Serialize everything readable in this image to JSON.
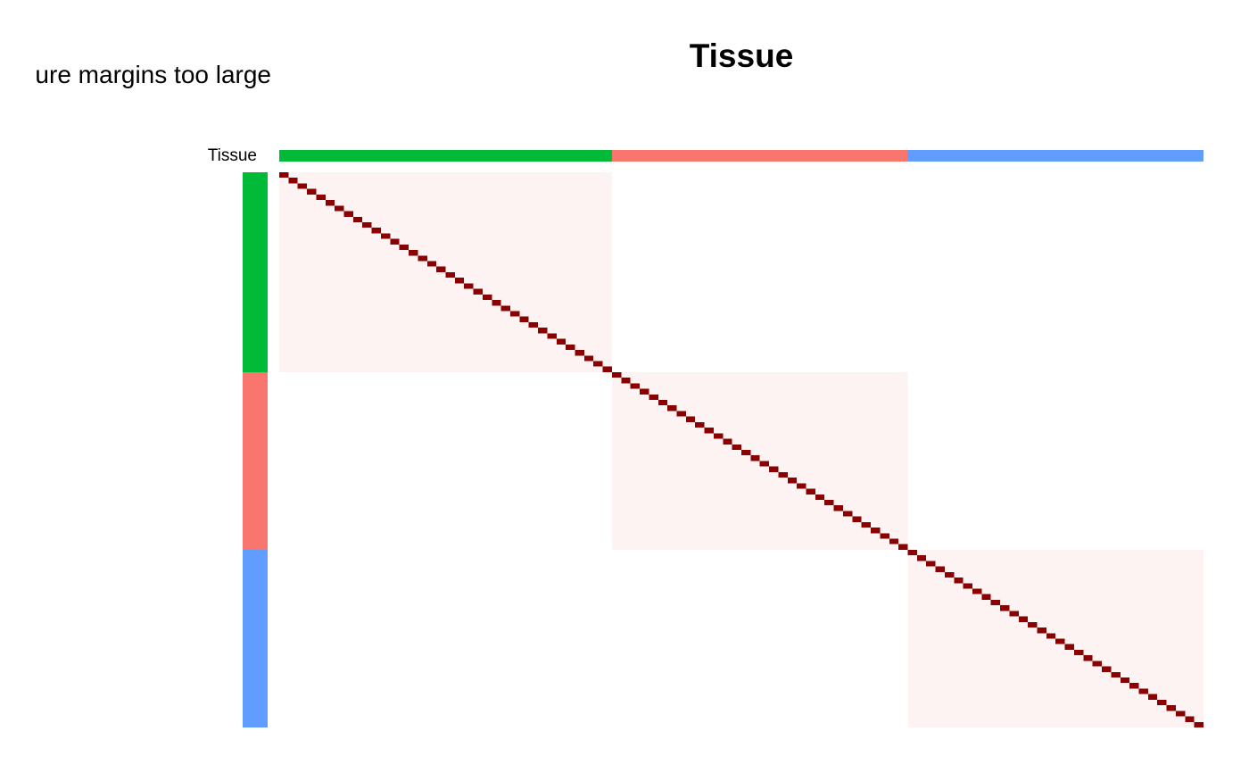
{
  "error_message": "ure margins too large",
  "chart_data": {
    "type": "heatmap",
    "title": "Tissue",
    "annotation_track": {
      "label": "Tissue",
      "groups": [
        {
          "size": 36,
          "color": "#00BA38"
        },
        {
          "size": 32,
          "color": "#F8766D"
        },
        {
          "size": 32,
          "color": "#619CFF"
        }
      ]
    },
    "n": 100,
    "cell_values": {
      "diagonal": 1.0,
      "within_group": 0.06,
      "between_group": 0.0
    },
    "colors": {
      "high": "#8B0000",
      "low": "#FFFFFF",
      "within_tint": "#FDF3F2"
    },
    "legend": "none"
  }
}
